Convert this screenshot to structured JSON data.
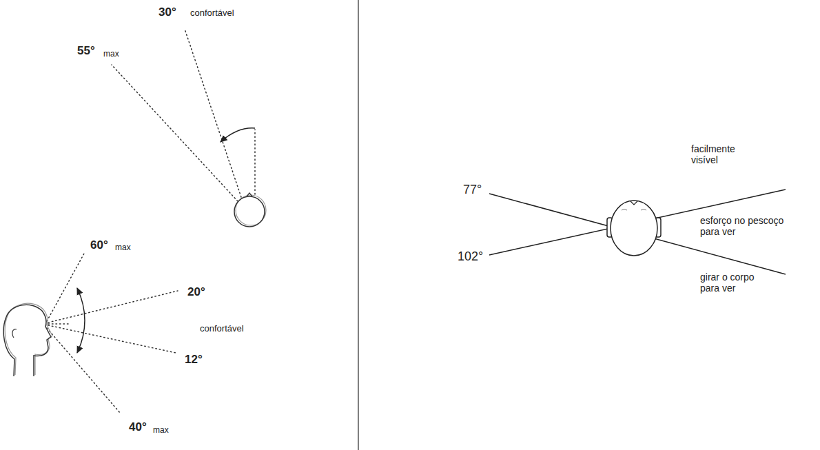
{
  "diagram": {
    "labels": [
      "30°",
      "confortável",
      "55°",
      "max",
      "60°",
      "max",
      "20°",
      "confortável",
      "12°",
      "40°",
      "max",
      "77°",
      "facilmente visível",
      "esforço no pescoço para ver",
      "102°",
      "girar o corpo para ver"
    ]
  }
}
